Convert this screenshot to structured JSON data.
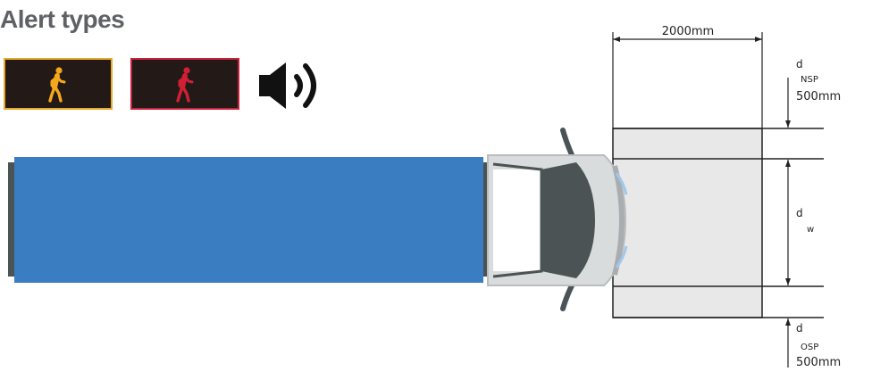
{
  "title": "Alert types",
  "alerts": [
    {
      "name": "pedestrian-alert-amber",
      "color": "#f4a91c",
      "border": "#e7a92b",
      "icon": "walking-person-icon"
    },
    {
      "name": "pedestrian-alert-red",
      "color": "#d11f34",
      "border": "#c6213a",
      "icon": "walking-person-icon"
    },
    {
      "name": "audible-alert",
      "icon": "speaker-sound-icon"
    }
  ],
  "colors": {
    "vehicle_body": "#3b7dc1",
    "cab": "#d9dcdd",
    "windshield": "#4c5355",
    "zone": "#e8e8e8"
  },
  "dimensions": {
    "width_label": "2000mm",
    "nsp": {
      "d": "d",
      "sub": "NSP",
      "value": "500mm"
    },
    "w": {
      "d": "d",
      "sub": "w"
    },
    "osp": {
      "d": "d",
      "sub": "OSP",
      "value": "500mm"
    }
  }
}
